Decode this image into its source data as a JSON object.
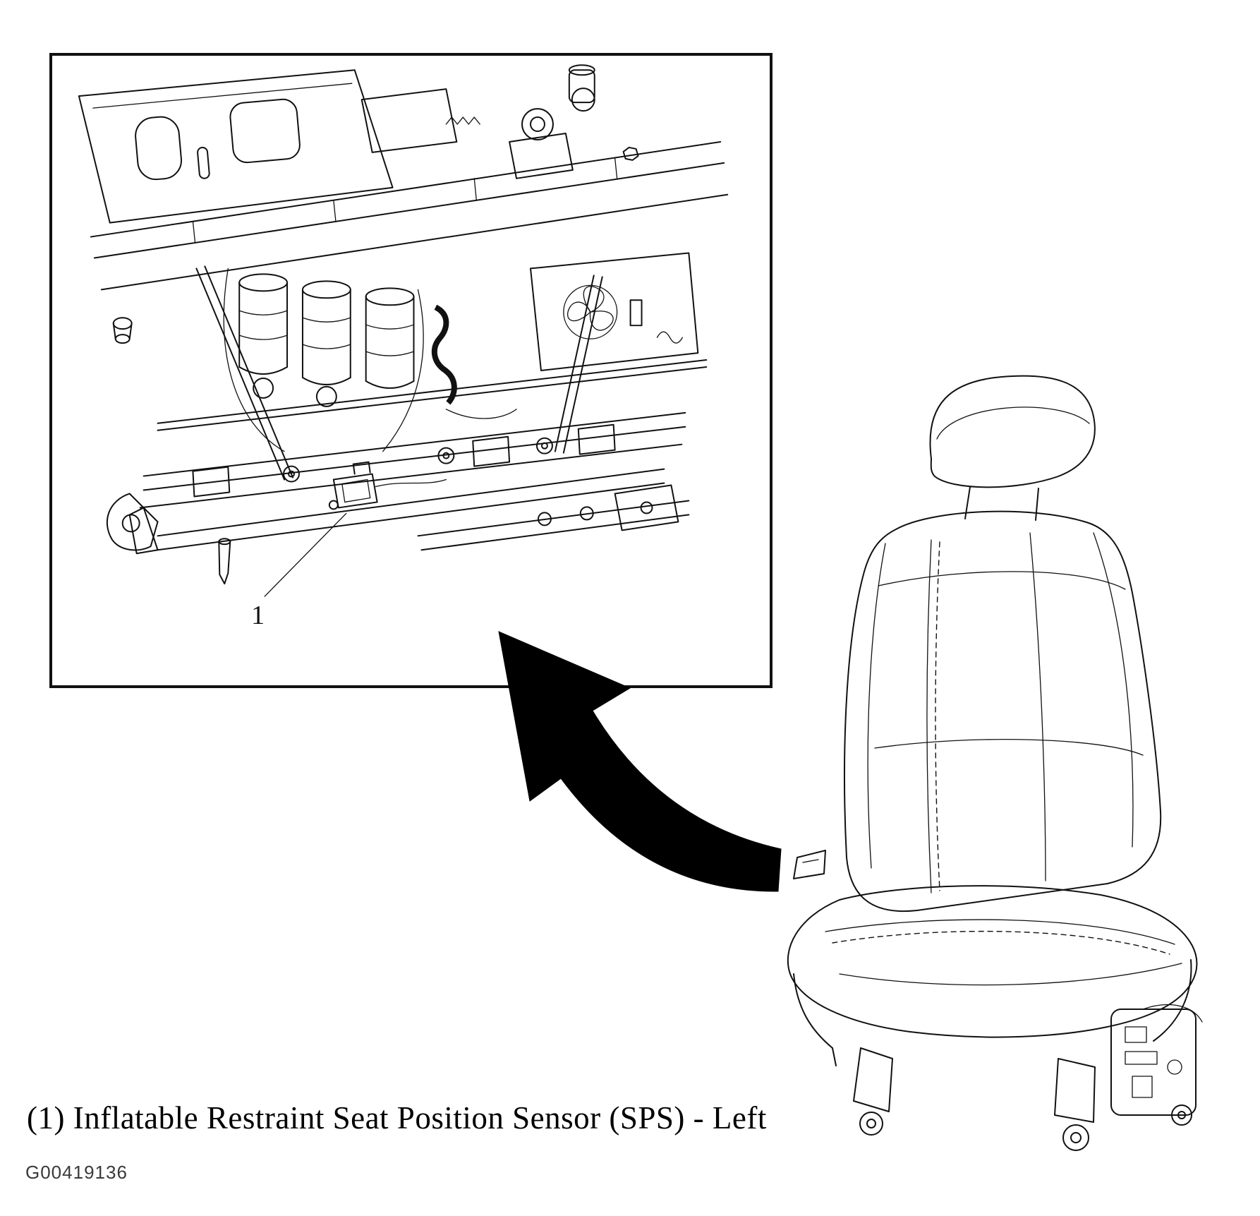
{
  "figure": {
    "caption_text": "(1) Inflatable Restraint Seat Position Sensor (SPS) - Left",
    "figure_id": "G00419136",
    "callout_number": "1",
    "colors": {
      "line": "#111111",
      "background": "#ffffff",
      "arrow": "#000000"
    }
  }
}
